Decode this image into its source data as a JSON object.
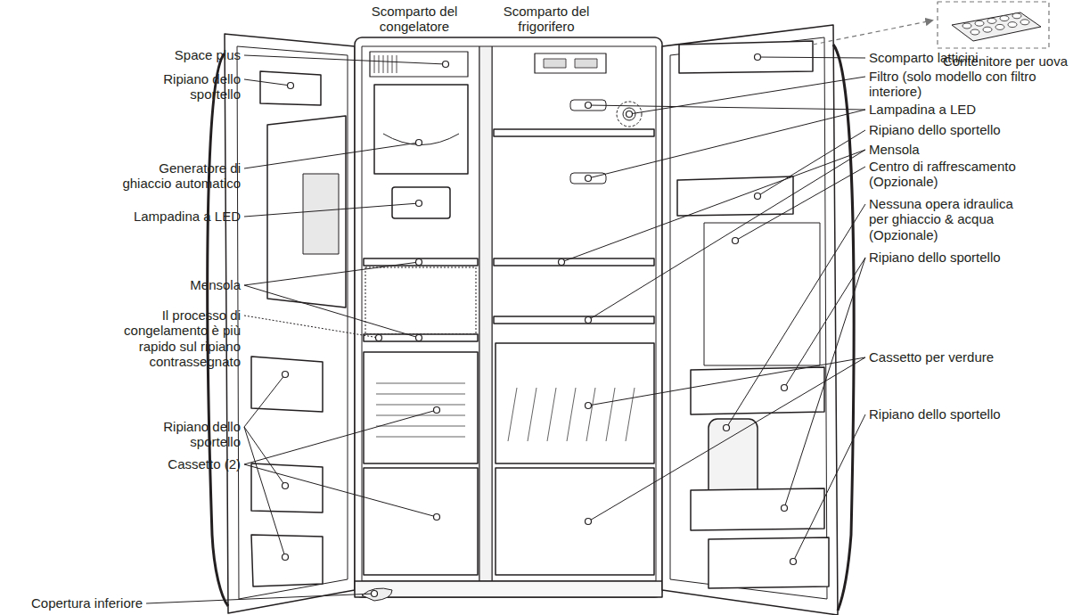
{
  "diagram": {
    "labels": [
      "Scomparto del congelatore",
      "Scomparto del frigorifero",
      "Contenitore per uova",
      "Space plus",
      "Ripiano dello sportello",
      "Generatore di ghiaccio automatico",
      "Lampadina a LED",
      "Mensola",
      "Il processo di congelamento è più rapido sul ripiano contrassegnato",
      "Ripiano dello sportello",
      "Cassetto (2)",
      "Copertura inferiore",
      "Scomparto latticini",
      "Filtro (solo modello con filtro interiore)",
      "Lampadina a LED",
      "Ripiano dello sportello",
      "Mensola",
      "Centro di raffrescamento (Opzionale)",
      "Nessuna opera idraulica per ghiaccio & acqua (Opzionale)",
      "Ripiano dello sportello",
      "Cassetto per verdure",
      "Ripiano dello sportello"
    ]
  }
}
